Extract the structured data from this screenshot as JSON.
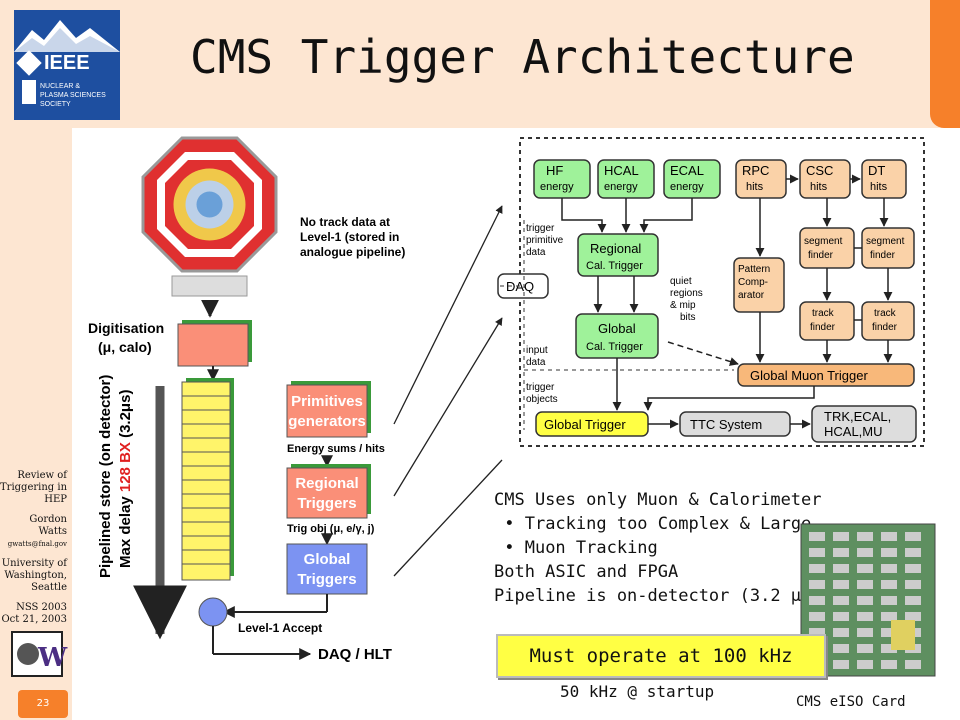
{
  "title": "CMS Trigger Architecture",
  "sidebar": {
    "lines": [
      "Review of",
      "Triggering in",
      "HEP",
      "",
      "Gordon Watts",
      "gwatts@fnal.gov",
      "",
      "University of",
      "Washington,",
      "Seattle",
      "",
      "NSS 2003",
      "Oct 21, 2003"
    ],
    "page_number": "23",
    "ieee_logo": {
      "main": "IEEE",
      "sub1": "NUCLEAR &",
      "sub2": "PLASMA SCIENCES",
      "sub3": "SOCIETY"
    },
    "uw_logo": "W"
  },
  "left_diagram": {
    "no_track": [
      "No track data at",
      "Level-1 (stored in",
      "analogue pipeline)"
    ],
    "digitisation": [
      "Digitisation",
      "(μ, calo)"
    ],
    "pipeline_label1": "Pipelined store (on detector)",
    "pipeline_label2_prefix": "Max delay ",
    "pipeline_label2_red": "128 BX",
    "pipeline_label2_suffix": " (3.2μs)",
    "primitives": [
      "Primitives",
      "generators"
    ],
    "energy_sums": "Energy sums / hits",
    "regional": [
      "Regional",
      "Triggers"
    ],
    "trig_obj": "Trig obj (μ, e/γ, j)",
    "global": [
      "Global",
      "Triggers"
    ],
    "level1": "Level-1 Accept",
    "daq_hlt": "DAQ / HLT"
  },
  "right_diagram": {
    "hf": [
      "HF",
      "energy"
    ],
    "hcal": [
      "HCAL",
      "energy"
    ],
    "ecal": [
      "ECAL",
      "energy"
    ],
    "rpc": [
      "RPC",
      "hits"
    ],
    "csc": [
      "CSC",
      "hits"
    ],
    "dt": [
      "DT",
      "hits"
    ],
    "trigger_primitive": [
      "trigger",
      "primitive",
      "data"
    ],
    "regional": [
      "Regional",
      "Cal. Trigger"
    ],
    "quiet": [
      "quiet",
      "regions",
      "& mip",
      "bits"
    ],
    "daq": "DAQ",
    "pattern": [
      "Pattern",
      "Comp-",
      "arator"
    ],
    "segment1": [
      "segment",
      "finder"
    ],
    "segment2": [
      "segment",
      "finder"
    ],
    "track1": [
      "track",
      "finder"
    ],
    "track2": [
      "track",
      "finder"
    ],
    "global_cal": [
      "Global",
      "Cal. Trigger"
    ],
    "input_data": [
      "input",
      "data"
    ],
    "global_muon": "Global Muon Trigger",
    "trigger_objects": [
      "trigger",
      "objects"
    ],
    "global_trigger": "Global Trigger",
    "ttc": "TTC System",
    "trk": [
      "TRK,ECAL,",
      "HCAL,MU"
    ]
  },
  "text_block": {
    "line1": "CMS Uses only Muon & Calorimeter",
    "bullet1": "Tracking too Complex & Large",
    "bullet2": "Muon Tracking",
    "line4": "Both ASIC and FPGA",
    "line5": "Pipeline is on-detector (3.2 μs)"
  },
  "callout": "Must operate at 100 kHz",
  "startup": "50 kHz @ startup",
  "card_label": "CMS eISO Card",
  "colors": {
    "orange": "#f6802a",
    "band": "#fde6d2",
    "green": "#9ff29a",
    "peach": "#fad2a8",
    "salmon": "#fa8f78",
    "blue": "#7c93f2",
    "yellow": "#ffff44"
  }
}
